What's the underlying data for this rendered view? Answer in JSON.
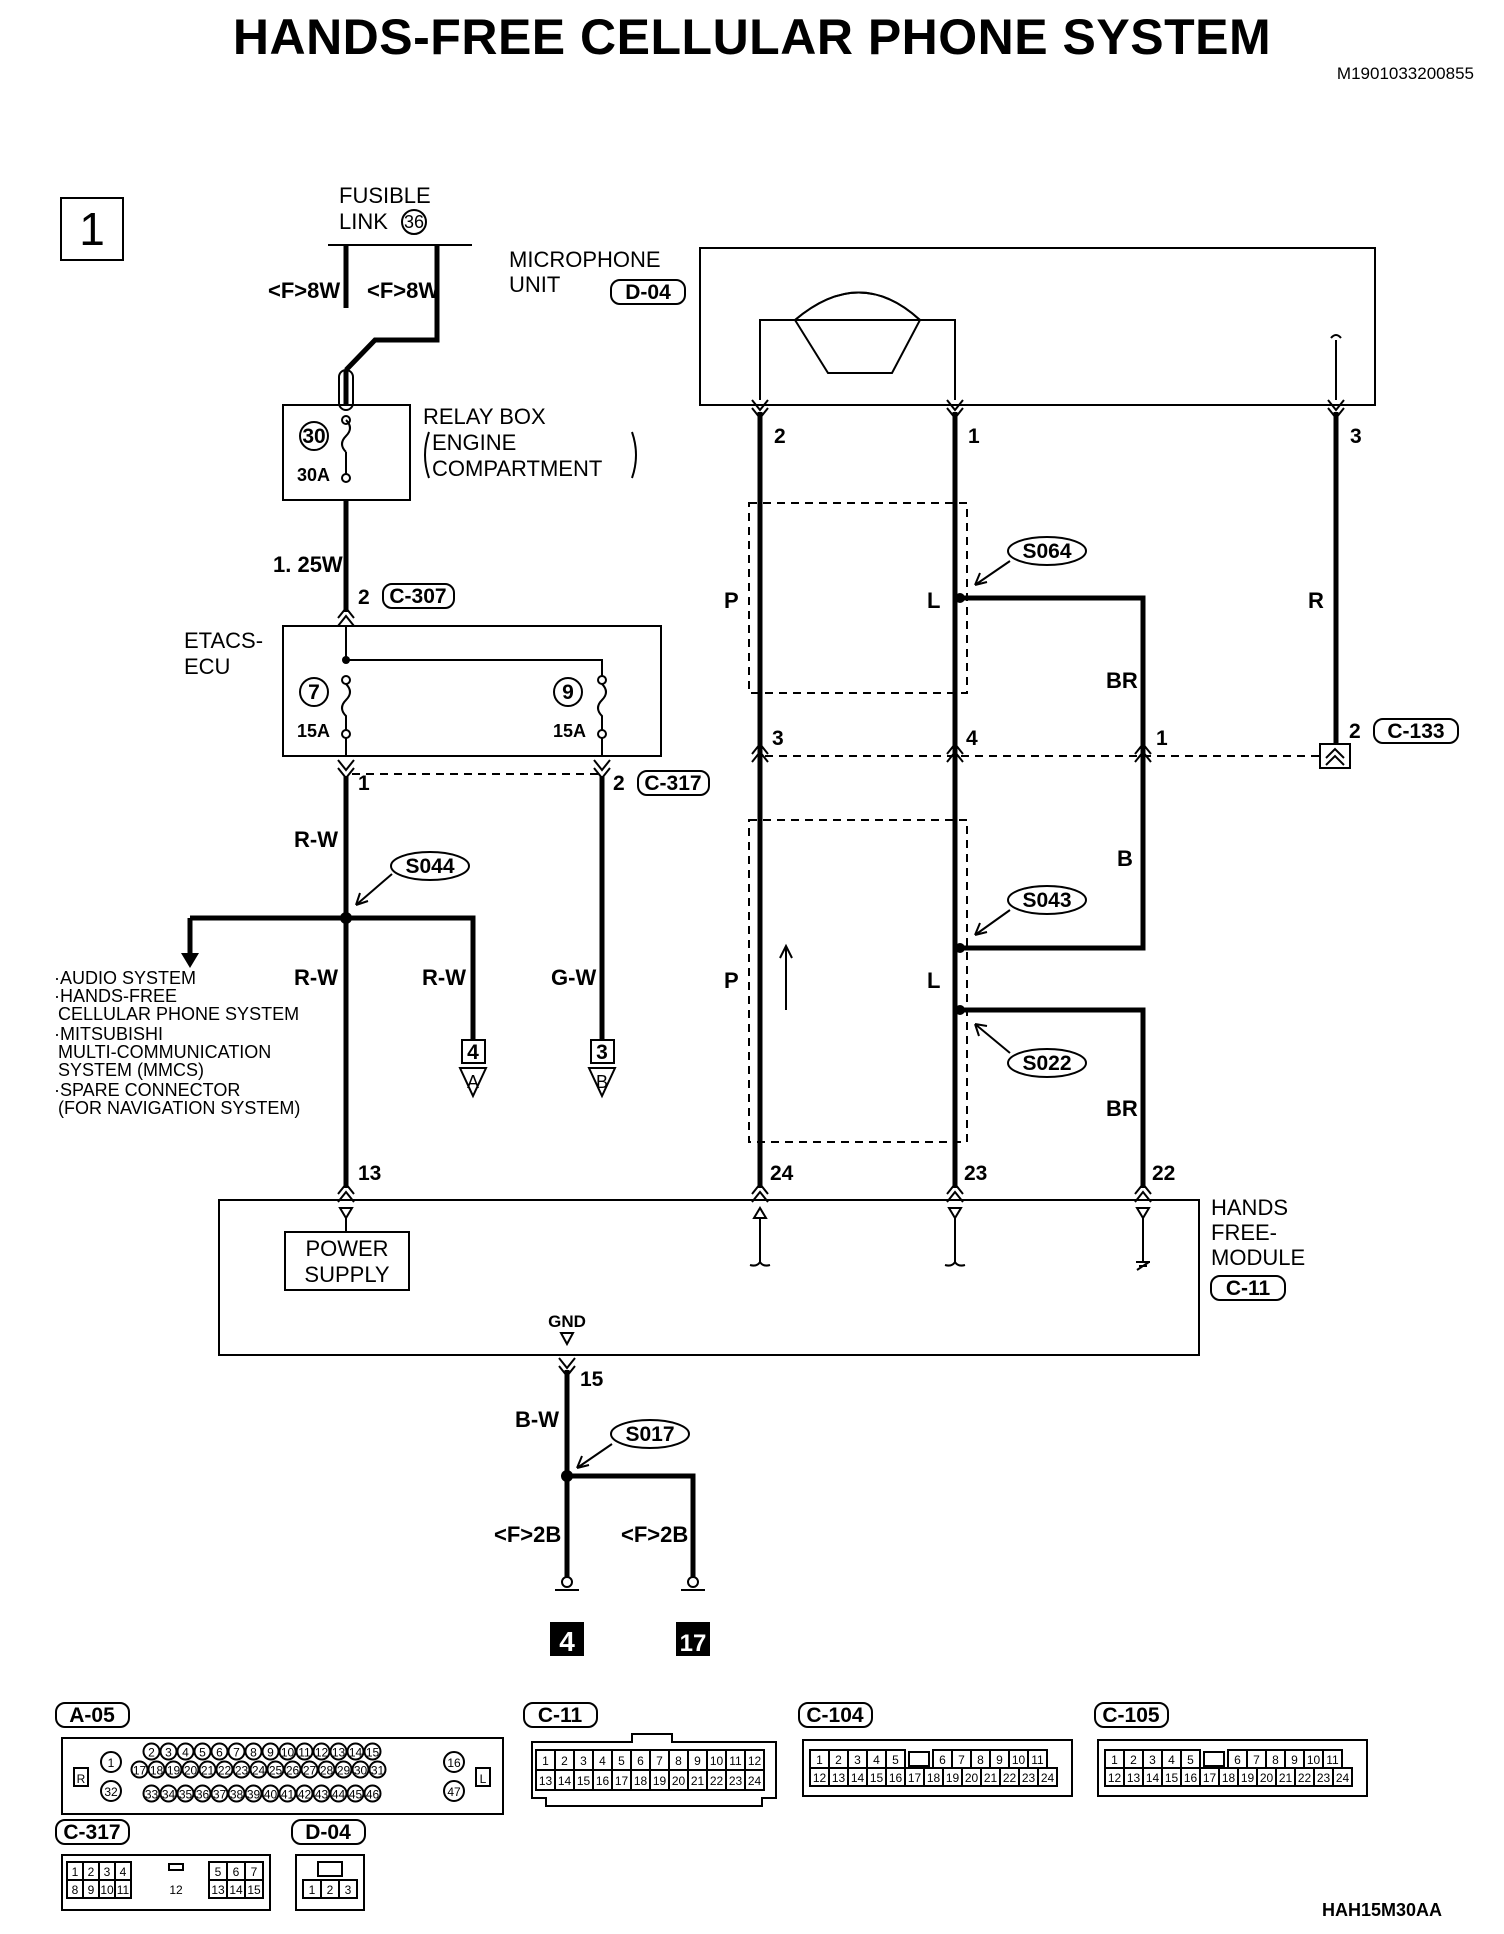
{
  "title": "HANDS-FREE CELLULAR PHONE SYSTEM",
  "doc_id": "M1901033200855",
  "figure_id": "HAH15M30AA",
  "page_number": "1",
  "components": {
    "fusible_link": {
      "line1": "FUSIBLE",
      "line2": "LINK",
      "num": "36"
    },
    "microphone": {
      "line1": "MICROPHONE",
      "line2": "UNIT",
      "conn": "D-04"
    },
    "relay_box": {
      "line1": "RELAY BOX",
      "line2": "ENGINE",
      "line3": "COMPARTMENT",
      "fuse_num": "30",
      "fuse_amp": "30A"
    },
    "etacs": {
      "line1": "ETACS-",
      "line2": "ECU",
      "fuse_a_num": "7",
      "fuse_a_amp": "15A",
      "fuse_b_num": "9",
      "fuse_b_amp": "15A"
    },
    "hfm": {
      "line1": "HANDS",
      "line2": "FREE-",
      "line3": "MODULE",
      "conn": "C-11",
      "power1": "POWER",
      "power2": "SUPPLY",
      "gnd": "GND"
    }
  },
  "wires": {
    "f8w_a": "<F>8W",
    "f8w_b": "<F>8W",
    "w125": "1. 25W",
    "rw1": "R-W",
    "rw2": "R-W",
    "rw3": "R-W",
    "gw": "G-W",
    "p1": "P",
    "l1": "L",
    "r1": "R",
    "br1": "BR",
    "b1": "B",
    "p2": "P",
    "l2": "L",
    "br2": "BR",
    "bw": "B-W",
    "f2b_a": "<F>2B",
    "f2b_b": "<F>2B"
  },
  "connectors": {
    "c307": "C-307",
    "c317": "C-317",
    "c133": "C-133"
  },
  "splices": {
    "s064": "S064",
    "s044": "S044",
    "s043": "S043",
    "s022": "S022",
    "s017": "S017"
  },
  "pins": {
    "mic2": "2",
    "mic1": "1",
    "mic3": "3",
    "c307": "2",
    "etacs1": "1",
    "etacs2": "2",
    "jp3": "3",
    "jp4": "4",
    "jp1": "1",
    "c133": "2",
    "hfm13": "13",
    "hfm24": "24",
    "hfm23": "23",
    "hfm22": "22",
    "hfm15": "15"
  },
  "offpage": {
    "a_num": "4",
    "a_letter": "A",
    "b_num": "3",
    "b_letter": "B"
  },
  "grounds": {
    "g1": "4",
    "g2": "17"
  },
  "audio_note": [
    "·AUDIO SYSTEM",
    "·HANDS-FREE",
    "CELLULAR PHONE SYSTEM",
    "·MITSUBISHI",
    "MULTI-COMMUNICATION",
    "SYSTEM (MMCS)",
    "·SPARE CONNECTOR",
    "(FOR NAVIGATION SYSTEM)"
  ],
  "connector_views": {
    "a05": {
      "label": "A-05",
      "left": "R",
      "right": "L",
      "lb_top": "1",
      "lb_bot": "32",
      "rb_top": "16",
      "rb_bot": "47",
      "row1": [
        "2",
        "3",
        "4",
        "5",
        "6",
        "7",
        "8",
        "9",
        "10",
        "11",
        "12",
        "13",
        "14",
        "15"
      ],
      "row2": [
        "17",
        "18",
        "19",
        "20",
        "21",
        "22",
        "23",
        "24",
        "25",
        "26",
        "27",
        "28",
        "29",
        "30",
        "31"
      ],
      "row3": [
        "33",
        "34",
        "35",
        "36",
        "37",
        "38",
        "39",
        "40",
        "41",
        "42",
        "43",
        "44",
        "45",
        "46"
      ]
    },
    "c11": {
      "label": "C-11",
      "row1": [
        "1",
        "2",
        "3",
        "4",
        "5",
        "6",
        "7",
        "8",
        "9",
        "10",
        "11",
        "12"
      ],
      "row2": [
        "13",
        "14",
        "15",
        "16",
        "17",
        "18",
        "19",
        "20",
        "21",
        "22",
        "23",
        "24"
      ]
    },
    "c104": {
      "label": "C-104",
      "row1a": [
        "1",
        "2",
        "3",
        "4",
        "5"
      ],
      "row1b": [
        "6",
        "7",
        "8",
        "9",
        "10",
        "11"
      ],
      "row2": [
        "12",
        "13",
        "14",
        "15",
        "16",
        "17",
        "18",
        "19",
        "20",
        "21",
        "22",
        "23",
        "24"
      ]
    },
    "c105": {
      "label": "C-105",
      "row1a": [
        "1",
        "2",
        "3",
        "4",
        "5"
      ],
      "row1b": [
        "6",
        "7",
        "8",
        "9",
        "10",
        "11"
      ],
      "row2": [
        "12",
        "13",
        "14",
        "15",
        "16",
        "17",
        "18",
        "19",
        "20",
        "21",
        "22",
        "23",
        "24"
      ]
    },
    "c317": {
      "label": "C-317",
      "row1a": [
        "1",
        "2",
        "3",
        "4"
      ],
      "row1b": [
        "5",
        "6",
        "7"
      ],
      "row2a": [
        "8",
        "9",
        "10",
        "11"
      ],
      "row2b": [
        "13",
        "14",
        "15"
      ],
      "mid": "12"
    },
    "d04": {
      "label": "D-04",
      "pins": [
        "1",
        "2",
        "3"
      ]
    }
  }
}
